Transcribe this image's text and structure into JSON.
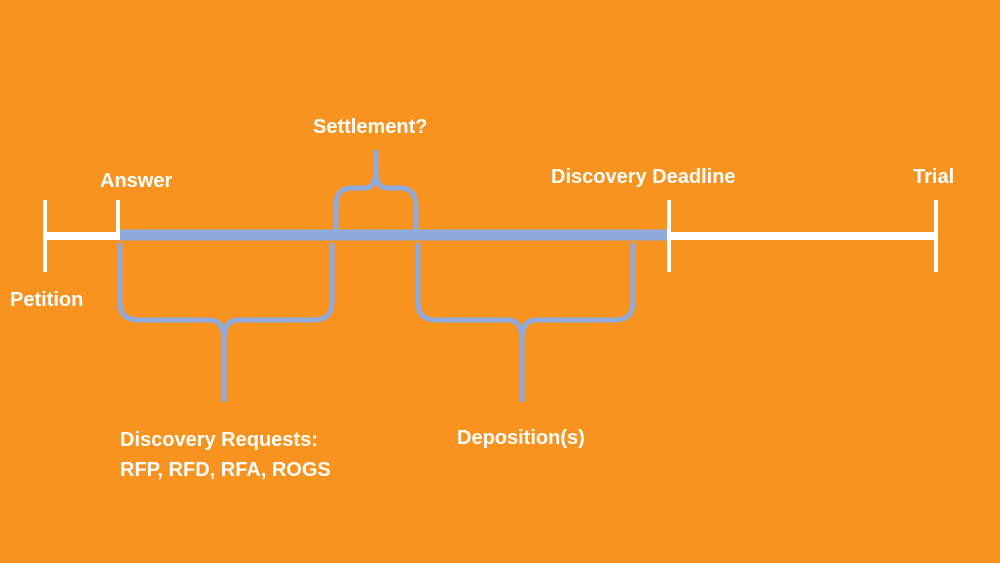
{
  "colors": {
    "background": "#F7931E",
    "timeline": "#FFFFFF",
    "discovery_band": "#8EA9DB",
    "label_text": "#FFFFFF"
  },
  "labels": {
    "petition": "Petition",
    "answer": "Answer",
    "settlement": "Settlement?",
    "discovery_deadline": "Discovery Deadline",
    "trial": "Trial",
    "discovery_requests_line1": "Discovery Requests:",
    "discovery_requests_line2": "RFP, RFD, RFA, ROGS",
    "depositions": "Deposition(s)"
  }
}
